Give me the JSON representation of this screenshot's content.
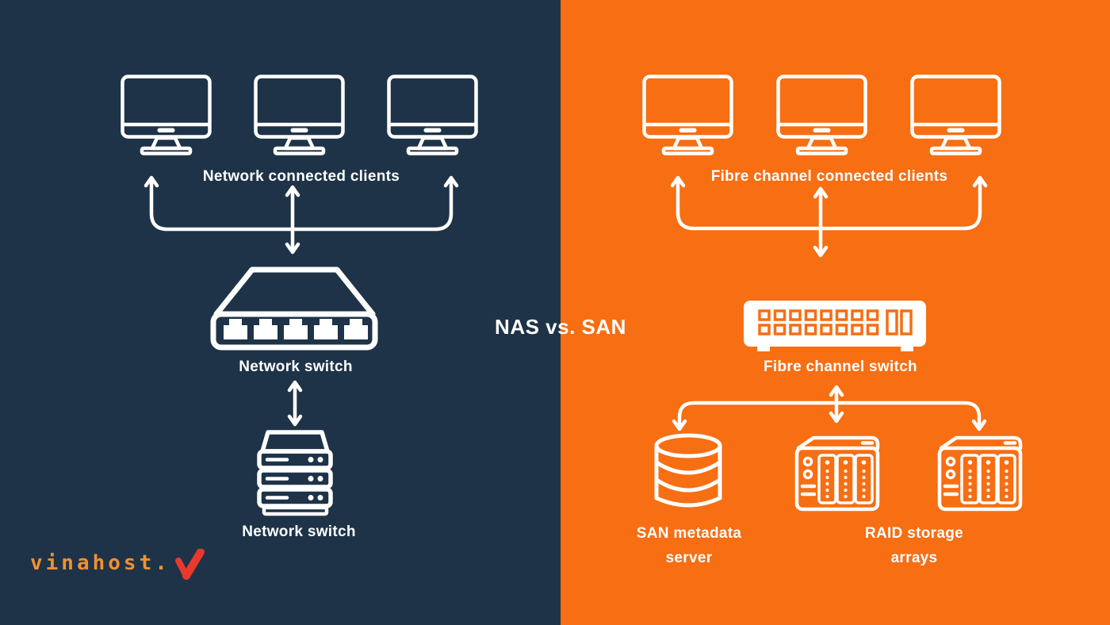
{
  "title": "NAS vs. SAN",
  "colors": {
    "nas_background": "#1e3348",
    "san_background": "#f76e13",
    "line_art": "#ffffff",
    "logo_text": "#f2902f",
    "logo_mark": "#e8392b"
  },
  "nas_side": {
    "clients_label": "Network connected clients",
    "switch_label": "Network switch",
    "server_label": "Network switch"
  },
  "san_side": {
    "clients_label": "Fibre channel connected clients",
    "switch_label": "Fibre channel switch",
    "metadata_server_label": {
      "line1": "SAN metadata",
      "line2": "server"
    },
    "raid_label": {
      "line1": "RAID storage",
      "line2": "arrays"
    }
  },
  "logo": {
    "text": "vinahost."
  },
  "icons": {
    "clients": "desktop-monitor-icon",
    "nas_switch": "ethernet-switch-icon",
    "nas_server": "server-stack-icon",
    "san_switch": "fibre-channel-switch-icon",
    "san_metadata_server": "database-cylinder-icon",
    "raid_arrays": "raid-storage-array-icon",
    "connectors": "double-headed-arrow-brackets"
  }
}
